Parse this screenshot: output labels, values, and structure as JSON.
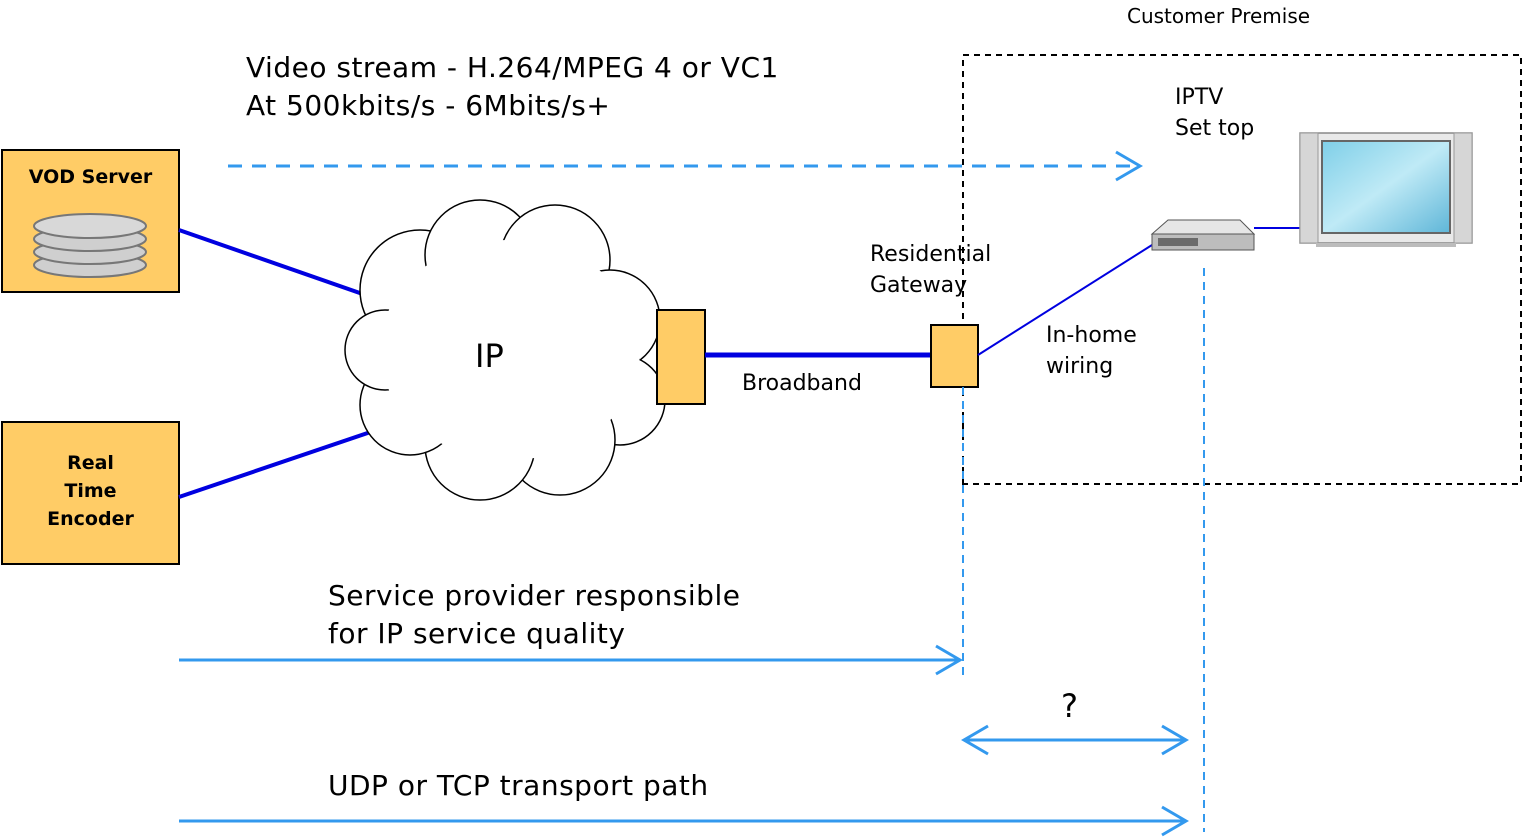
{
  "premise": {
    "label": "Customer Premise"
  },
  "video_stream": {
    "line1": "Video stream - H.264/MPEG 4 or VC1",
    "line2": "At 500kbits/s - 6Mbits/s+"
  },
  "vod_server": {
    "title": "VOD Server"
  },
  "encoder": {
    "line1": "Real",
    "line2": "Time",
    "line3": "Encoder"
  },
  "cloud": {
    "label": "IP"
  },
  "broadband": {
    "label": "Broadband"
  },
  "gateway": {
    "line1": "Residential",
    "line2": "Gateway"
  },
  "settop": {
    "line1": "IPTV",
    "line2": "Set top"
  },
  "wiring": {
    "line1": "In-home",
    "line2": "wiring"
  },
  "provider": {
    "line1": "Service provider responsible",
    "line2": "for IP service quality"
  },
  "question": {
    "label": "?"
  },
  "transport": {
    "label": "UDP or TCP transport path"
  },
  "colors": {
    "box_fill": "#FFCC66",
    "dark_blue": "#0000E0",
    "light_blue": "#3399EE",
    "dashed": "#000000"
  }
}
